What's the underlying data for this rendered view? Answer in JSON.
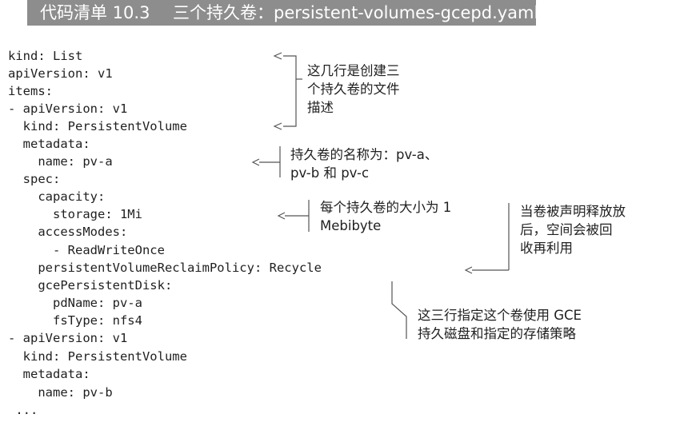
{
  "title": {
    "label": "代码清单 10.3",
    "caption": "三个持久卷：persistent-volumes-gcepd.yaml"
  },
  "code_lines": [
    "kind: List",
    "apiVersion: v1",
    "items:",
    "- apiVersion: v1",
    "  kind: PersistentVolume",
    "  metadata:",
    "    name: pv-a",
    "  spec:",
    "    capacity:",
    "      storage: 1Mi",
    "    accessModes:",
    "      - ReadWriteOnce",
    "    persistentVolumeReclaimPolicy: Recycle",
    "    gcePersistentDisk:",
    "      pdName: pv-a",
    "      fsType: nfs4",
    "- apiVersion: v1",
    "  kind: PersistentVolume",
    "  metadata:",
    "    name: pv-b",
    " ..."
  ],
  "annotations": {
    "file_description": [
      "这几行是创建三",
      "个持久卷的文件",
      "描述"
    ],
    "volume_names": [
      "持久卷的名称为：pv-a、",
      "pv-b 和 pv-c"
    ],
    "volume_size": [
      "每个持久卷的大小为 1",
      "Mebibyte"
    ],
    "reclaim_policy": [
      "当卷被声明释放放",
      "后，空间会被回",
      "收再利用"
    ],
    "gce_disk": [
      "这三行指定这个卷使用 GCE",
      "持久磁盘和指定的存储策略"
    ]
  },
  "colors": {
    "title_bar": "#8d8d8d",
    "title_text": "#ffffff",
    "text": "#1f1f1f",
    "connector": "#555555"
  }
}
